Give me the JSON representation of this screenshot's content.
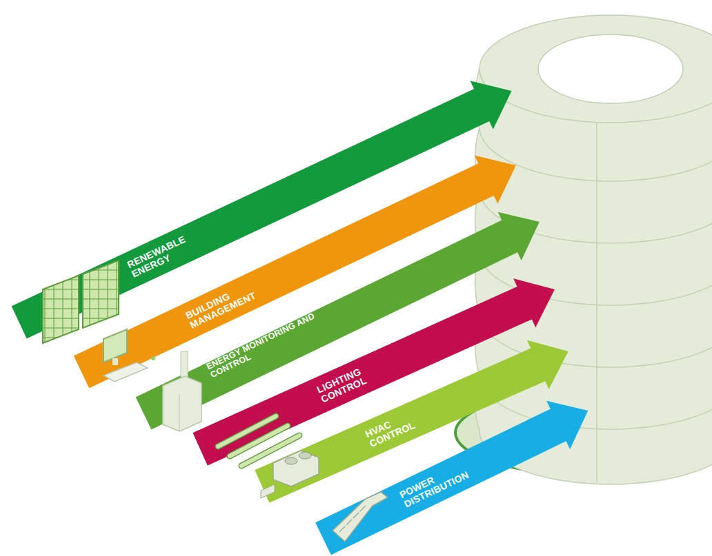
{
  "diagram": {
    "nodes": [
      {
        "text": [
          "RENEWABLE ENERGY"
        ]
      },
      {
        "text": [
          "BUILDING MANAGEMENT"
        ]
      },
      {
        "text": [
          "ENERGY MONITORING AND CONTROL"
        ]
      },
      {
        "text": [
          "LIGHTING CONTROL"
        ]
      },
      {
        "text": [
          "HVAC CONTROL"
        ]
      },
      {
        "text": [
          "POWER DISTRIBUTION"
        ]
      }
    ]
  }
}
